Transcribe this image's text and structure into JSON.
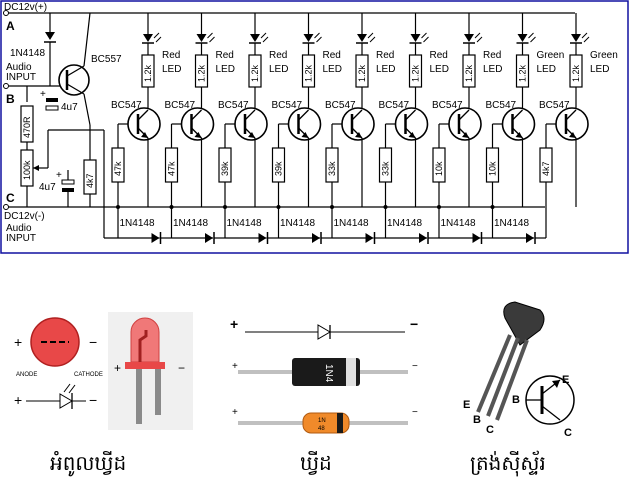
{
  "rails": {
    "top_label": "DC12v(+)",
    "bottom_label": "DC12v(-)",
    "point_a": "A",
    "point_b": "B",
    "point_c": "C"
  },
  "input": {
    "audio_top": "Audio",
    "input_top": "INPUT",
    "audio_bottom": "Audio",
    "input_bottom": "INPUT"
  },
  "front": {
    "diode": "1N4148",
    "pnp": "BC557",
    "cap_top": "4u7",
    "cap_bottom": "4u7",
    "res_470": "470R",
    "pot": "100k",
    "res_4k7": "4k7",
    "plus": "+"
  },
  "stages": [
    {
      "transistor": "BC547",
      "led_color": "Red",
      "led": "LED",
      "r_led": "1.2k",
      "r_base": "47k"
    },
    {
      "transistor": "BC547",
      "led_color": "Red",
      "led": "LED",
      "r_led": "1.2k",
      "r_base": "47k"
    },
    {
      "transistor": "BC547",
      "led_color": "Red",
      "led": "LED",
      "r_led": "1.2k",
      "r_base": "39k"
    },
    {
      "transistor": "BC547",
      "led_color": "Red",
      "led": "LED",
      "r_led": "1.2k",
      "r_base": "39k"
    },
    {
      "transistor": "BC547",
      "led_color": "Red",
      "led": "LED",
      "r_led": "1.2k",
      "r_base": "33k"
    },
    {
      "transistor": "BC547",
      "led_color": "Red",
      "led": "LED",
      "r_led": "1.2k",
      "r_base": "33k"
    },
    {
      "transistor": "BC547",
      "led_color": "Red",
      "led": "LED",
      "r_led": "1.2k",
      "r_base": "10k"
    },
    {
      "transistor": "BC547",
      "led_color": "Green",
      "led": "LED",
      "r_led": "1.2k",
      "r_base": "10k"
    },
    {
      "transistor": "BC547",
      "led_color": "Green",
      "led": "LED",
      "r_led": "1.2k",
      "r_base": "4k7"
    }
  ],
  "chain_diodes": [
    "1N4148",
    "1N4148",
    "1N4148",
    "1N4148",
    "1N4148",
    "1N4148",
    "1N4148",
    "1N4148"
  ],
  "legend": {
    "anode": "ANODE",
    "cathode": "CATHODE",
    "plus": "+",
    "minus": "−",
    "diode_body_text": "1N4",
    "diode_orange_text": "1N",
    "diode_orange_text2": "48",
    "transistor_e": "E",
    "transistor_b": "B",
    "transistor_c": "C",
    "caption_led": "អំពូលឃ្វីដ",
    "caption_diode": "ឃ្វីដ",
    "caption_transistor": "ត្រង់ស៊ីស្ទ័រ"
  },
  "colors": {
    "frame": "#1010a0",
    "led_red": "#e84848",
    "diode_orange": "#f08a2a",
    "diode_black": "#1a1a1a",
    "lead_gray": "#a0a0a0"
  }
}
